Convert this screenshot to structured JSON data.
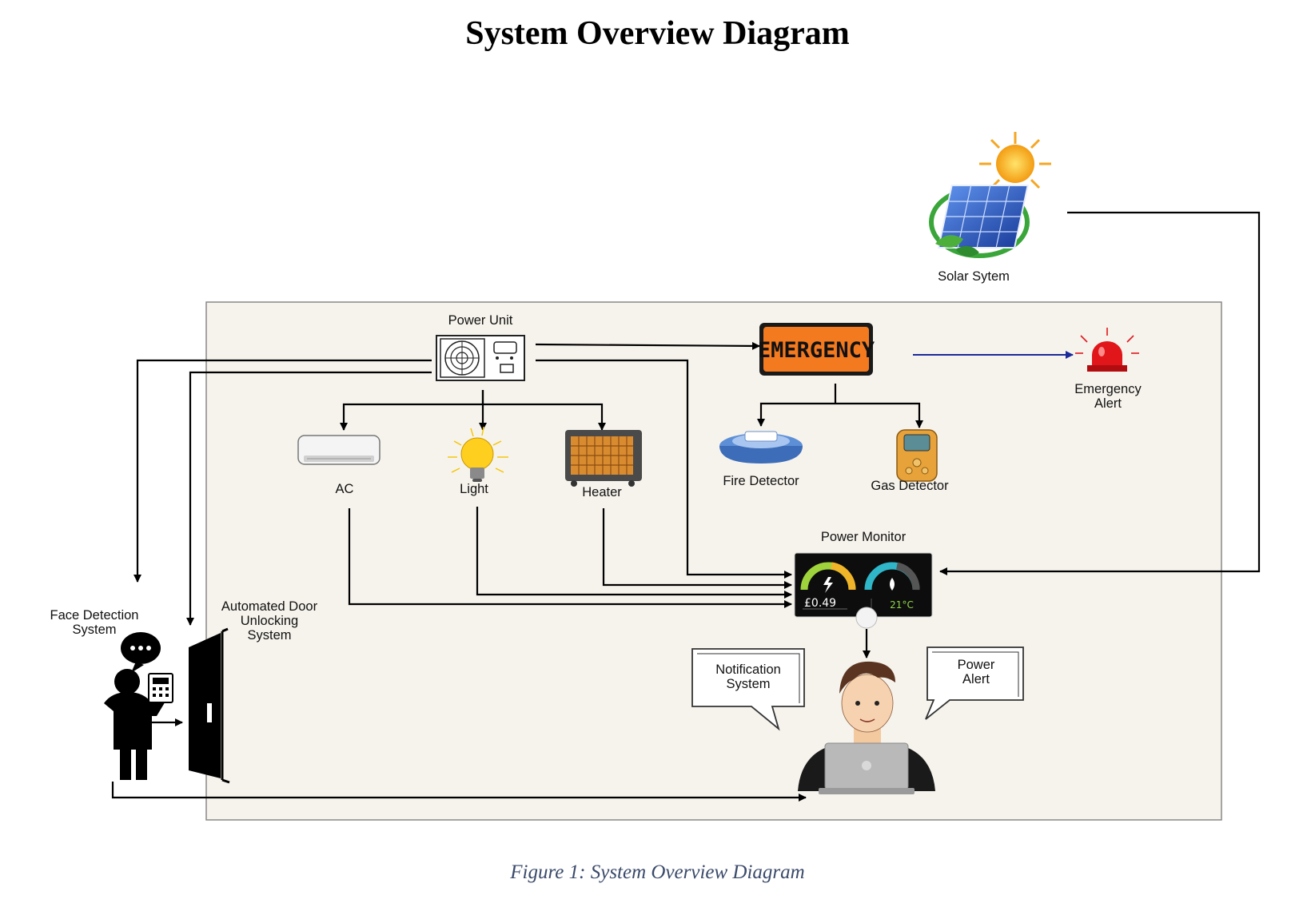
{
  "title": "System Overview Diagram",
  "caption": "Figure 1: System Overview Diagram",
  "nodes": {
    "solar": {
      "label": "Solar Sytem"
    },
    "power_unit": {
      "label": "Power Unit"
    },
    "emergency_sign": {
      "text": "EMERGENCY"
    },
    "emergency_alert": {
      "label_line1": "Emergency",
      "label_line2": "Alert"
    },
    "ac": {
      "label": "AC"
    },
    "light": {
      "label": "Light"
    },
    "heater": {
      "label": "Heater"
    },
    "fire_detector": {
      "label": "Fire Detector"
    },
    "gas_detector": {
      "label": "Gas Detector"
    },
    "power_monitor": {
      "label": "Power Monitor",
      "price": "£0.49",
      "temp": "21°C"
    },
    "face_detection": {
      "label_line1": "Face Detection",
      "label_line2": "System"
    },
    "door": {
      "label_line1": "Automated Door",
      "label_line2": "Unlocking",
      "label_line3": "System"
    },
    "notification": {
      "label_line1": "Notification",
      "label_line2": "System"
    },
    "power_alert": {
      "label_line1": "Power",
      "label_line2": "Alert"
    }
  },
  "colors": {
    "panel_bg": "#f6f3ec",
    "emergency_orange": "#f47a20",
    "alert_arrow": "#1a2a9a",
    "siren_red": "#e0161b"
  },
  "icons": {
    "solar": "solar-panel-icon",
    "power_unit": "power-supply-icon",
    "emergency_alert": "siren-icon",
    "ac": "air-conditioner-icon",
    "light": "light-bulb-icon",
    "heater": "heater-icon",
    "fire_detector": "smoke-detector-icon",
    "gas_detector": "gas-detector-icon",
    "power_monitor": "energy-monitor-icon",
    "face_detection": "person-keypad-icon",
    "door": "door-icon",
    "user": "person-laptop-icon"
  }
}
